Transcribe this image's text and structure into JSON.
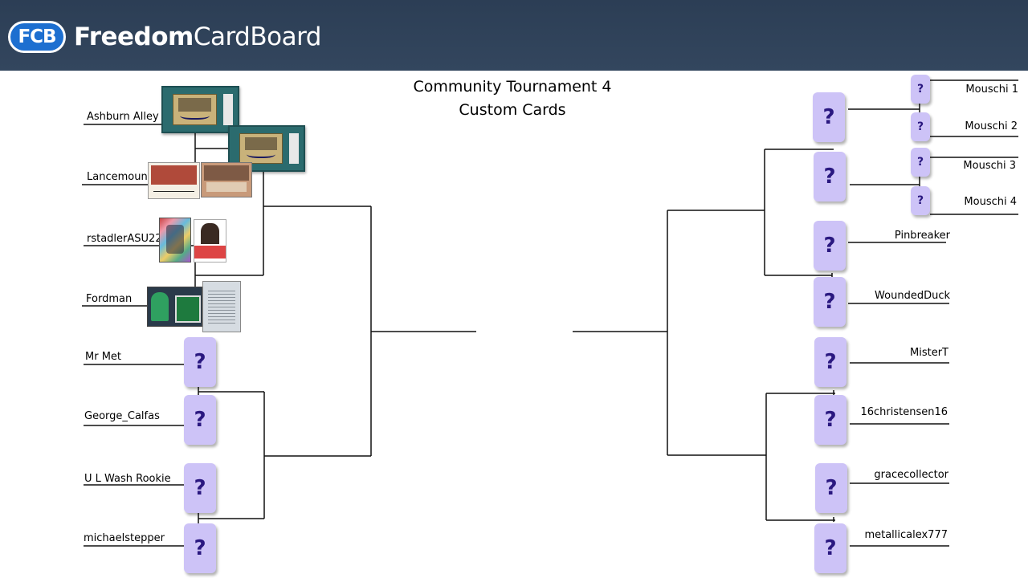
{
  "header": {
    "logo_badge": "FCB",
    "brand_bold": "Freedom",
    "brand_light": "CardBoard"
  },
  "tournament": {
    "title_line1": "Community Tournament 4",
    "title_line2": "Custom Cards"
  },
  "left_bracket": {
    "participants": [
      "Ashburn Alley",
      "Lancemount",
      "rstadlerASU22",
      "Fordman",
      "Mr Met",
      "George_Calfas",
      "U L Wash Rookie",
      "michaelstepper"
    ]
  },
  "right_bracket": {
    "qualifiers": [
      "Mouschi 1",
      "Mouschi 2",
      "Mouschi 3",
      "Mouschi 4"
    ],
    "participants": [
      "Pinbreaker",
      "WoundedDuck",
      "MisterT",
      "16christensen16",
      "gracecollector",
      "metallicalex777"
    ]
  },
  "placeholder_symbol": "?"
}
